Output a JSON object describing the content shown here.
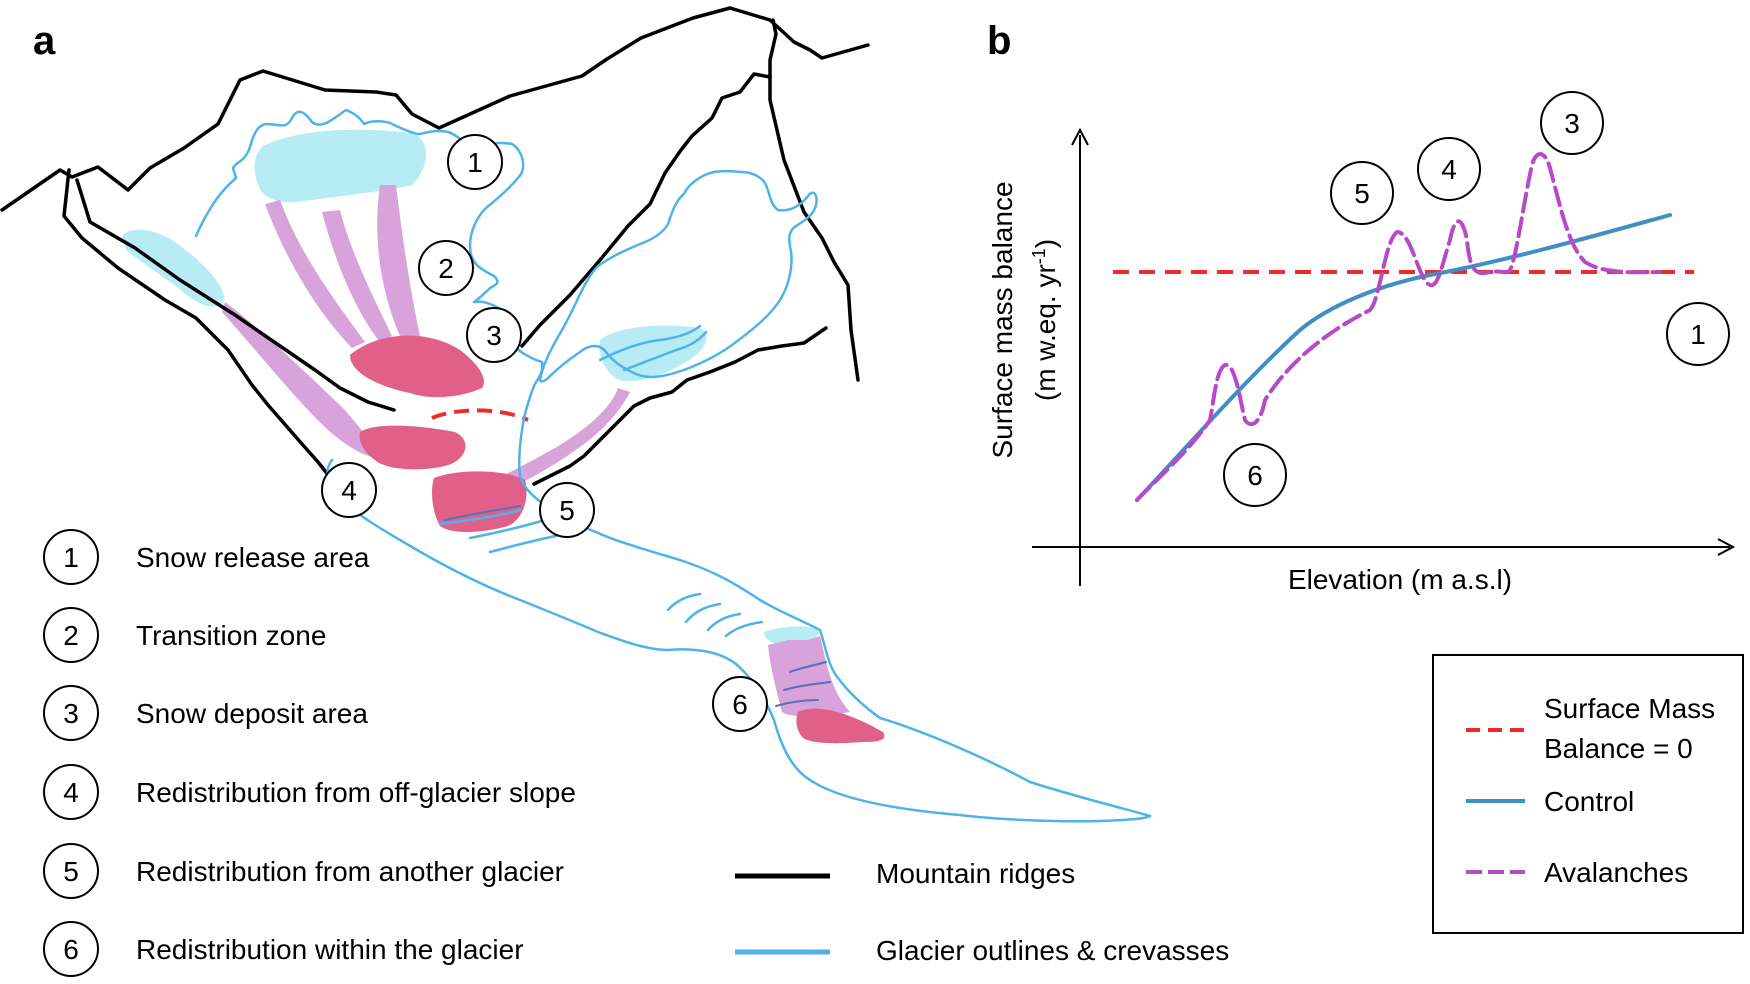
{
  "panel_a": {
    "letter": "a",
    "markers": [
      "1",
      "2",
      "3",
      "4",
      "5",
      "6"
    ],
    "legend_items": [
      {
        "num": "1",
        "label": "Snow release area"
      },
      {
        "num": "2",
        "label": "Transition zone"
      },
      {
        "num": "3",
        "label": "Snow deposit area"
      },
      {
        "num": "4",
        "label": "Redistribution from off-glacier slope"
      },
      {
        "num": "5",
        "label": "Redistribution from another glacier"
      },
      {
        "num": "6",
        "label": "Redistribution within the glacier"
      }
    ],
    "line_legend": {
      "ridges": "Mountain ridges",
      "glacier": "Glacier outlines & crevasses"
    },
    "colors": {
      "ridge": "#000000",
      "glacier_outline": "#4fb3ea",
      "release_fill": "#b8ecf5",
      "transition_fill": "#d7a3da",
      "deposit_fill": "#e0608a",
      "boundary": "#ee2a2a"
    }
  },
  "panel_b": {
    "letter": "b",
    "ylabel_line1": "Surface mass balance",
    "ylabel_line2_prefix": "(m w.eq. yr",
    "ylabel_sup": "-1",
    "ylabel_close": ")",
    "xlabel": "Elevation (m a.s.l)",
    "markers": [
      "3",
      "4",
      "5",
      "1",
      "6"
    ],
    "legend": {
      "zero_line_1": "Surface Mass",
      "zero_line_2": "Balance = 0",
      "control": "Control",
      "avalanches": "Avalanches"
    },
    "colors": {
      "zero": "#ee2a2a",
      "control": "#3d8fc4",
      "avalanches": "#b54bc7"
    }
  }
}
